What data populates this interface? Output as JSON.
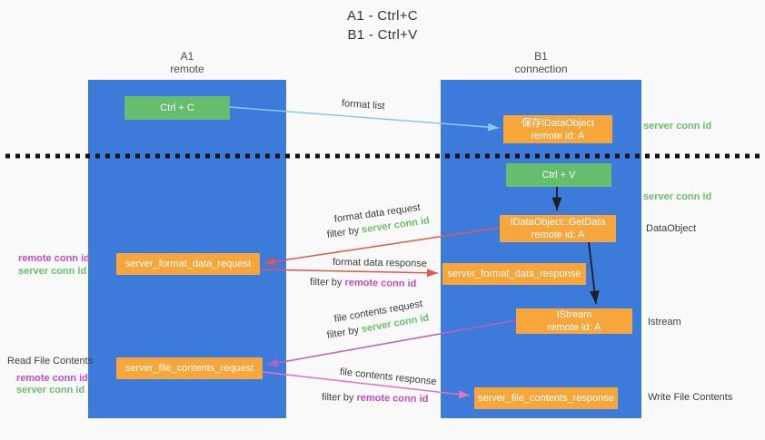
{
  "title": {
    "line1": "A1 - Ctrl+C",
    "line2": "B1 - Ctrl+V"
  },
  "lanes": {
    "left": {
      "name": "A1",
      "role": "remote"
    },
    "right": {
      "name": "B1",
      "role": "connection"
    }
  },
  "nodes": {
    "ctrl_c": "Ctrl + C",
    "save_idataobject": {
      "line1": "保存IDataObject",
      "line2": "remote id: A"
    },
    "ctrl_v": "Ctrl + V",
    "getdata": {
      "line1": "IDataObject::GetData",
      "line2": "remote id: A"
    },
    "format_request": "server_format_data_request",
    "format_response": "server_format_data_response",
    "istream": {
      "line1": "IStream",
      "line2": "remote id: A"
    },
    "file_request": "server_file_contents_request",
    "file_response": "server_file_contents_response"
  },
  "edges": {
    "format_list": "format list",
    "format_data_request": "format data request",
    "format_data_response": "format data response",
    "file_contents_request": "file contents request",
    "file_contents_response": "file contents response",
    "filter_by": "filter by ",
    "server_conn_id": "server conn id",
    "remote_conn_id": "remote conn id"
  },
  "side_labels": {
    "server_conn_id": "server conn id",
    "remote_conn_id": "remote conn id",
    "dataobject": "DataObject",
    "istream": "Istream",
    "read_file_contents": "Read File Contents",
    "write_file_contents": "Write File Contents"
  },
  "colors": {
    "lane_blue": "#3d7bda",
    "node_green": "#65bd6d",
    "node_orange": "#f7a63b",
    "arrow_light_blue": "#8ec6e8",
    "arrow_red": "#e2584e",
    "arrow_violet": "#bb5fc4",
    "arrow_pink": "#e86fb9",
    "arrow_black": "#1f1f1f",
    "text_green": "#6abf69",
    "text_magenta": "#c24ec2"
  }
}
